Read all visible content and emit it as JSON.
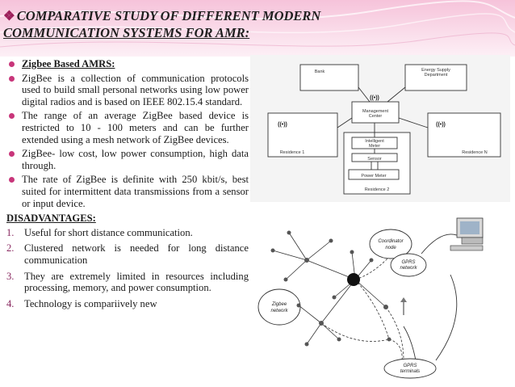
{
  "title": {
    "marker": "❖",
    "line1": "COMPARATIVE STUDY OF DIFFERENT MODERN",
    "line2": "COMMUNICATION SYSTEMS FOR AMR:"
  },
  "bullets": [
    "Zigbee Based AMRS:",
    "ZigBee is a collection of communication protocols used to build small personal networks using low power digital radios and is based on IEEE 802.15.4 standard.",
    "The range of an average ZigBee based device is restricted to 10 - 100 meters and can be further extended using a mesh network of ZigBee devices.",
    "ZigBee- low cost, low power consumption, high data through.",
    "The rate of ZigBee is definite with 250 kbit/s, best suited for intermittent data transmissions from a sensor or input device."
  ],
  "disadvantages": {
    "heading": "DISADVANTAGES:",
    "items": [
      {
        "num": "1.",
        "text": "Useful for short distance communication."
      },
      {
        "num": "2.",
        "text": "Clustered network is needed for long distance communication"
      },
      {
        "num": "3.",
        "text": "They are extremely limited in resources including processing, memory, and power consumption."
      },
      {
        "num": "4.",
        "text": "Technology is compariively new"
      }
    ]
  },
  "diagram1": {
    "bank": "Bank",
    "energy_line1": "Energy Supply",
    "energy_line2": "Department",
    "mgmt_line1": "Management",
    "mgmt_line2": "Center",
    "residence1": "Residence 1",
    "residence2": "Residence 2",
    "residenceN": "Residence N",
    "meter_line1": "Intelligent",
    "meter_line2": "Meter",
    "sensor": "Sensor",
    "power_meter": "Power Meter",
    "wireless": "((•))"
  },
  "diagram2": {
    "coordinator_line1": "Coordinator",
    "coordinator_line2": "node",
    "gprs_net_line1": "GPRS",
    "gprs_net_line2": "network",
    "zigbee_net_line1": "Zigbee",
    "zigbee_net_line2": "network",
    "gprs_term_line1": "GPRS",
    "gprs_term_line2": "terminals"
  },
  "colors": {
    "accent": "#c8367a",
    "band_top": "#f7c9de",
    "band_bottom": "#fdeef5"
  }
}
